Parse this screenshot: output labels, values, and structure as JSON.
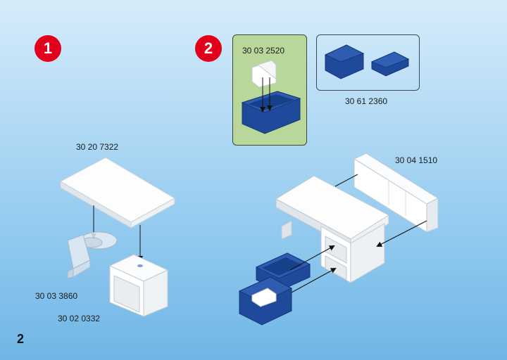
{
  "steps": [
    {
      "number": "1"
    },
    {
      "number": "2"
    }
  ],
  "part_numbers": {
    "step1_desk_top": "30 20 7322",
    "step1_leg": "30 03 3860",
    "step1_cabinet": "30 02 0332",
    "step2_drawer_inset": "30 03 2520",
    "step2_drawer_set": "30 61 2360",
    "step2_back_panel": "30 04 1510"
  },
  "page": {
    "number": "2"
  },
  "colors": {
    "badge_red": "#e2001a",
    "part_white": "#ffffff",
    "part_blue": "#1f4a9c",
    "inset_green": "#b9d79a"
  }
}
